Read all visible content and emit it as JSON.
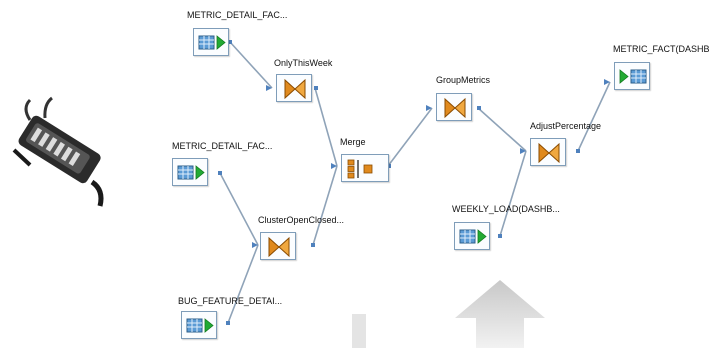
{
  "nodes": {
    "source1": {
      "label": "METRIC_DETAIL_FAC...",
      "icon": "table-source-icon"
    },
    "source2": {
      "label": "METRIC_DETAIL_FAC...",
      "icon": "table-source-icon"
    },
    "source3": {
      "label": "BUG_FEATURE_DETAI...",
      "icon": "table-source-icon"
    },
    "filter": {
      "label": "OnlyThisWeek",
      "icon": "hourglass-filter-icon"
    },
    "cluster": {
      "label": "ClusterOpenClosed...",
      "icon": "hourglass-filter-icon"
    },
    "merge": {
      "label": "Merge",
      "icon": "merge-icon"
    },
    "group": {
      "label": "GroupMetrics",
      "icon": "hourglass-filter-icon"
    },
    "adjust": {
      "label": "AdjustPercentage",
      "icon": "hourglass-filter-icon"
    },
    "weekly": {
      "label": "WEEKLY_LOAD(DASHB...",
      "icon": "table-source-icon"
    },
    "target": {
      "label": "METRIC_FACT(DASHB",
      "icon": "table-target-icon"
    }
  },
  "decor": {
    "plug": "plug-connector-icon",
    "arrow": "up-arrow-icon"
  },
  "colors": {
    "link": "#8fa3b8",
    "port": "#4f81bd",
    "node_border": "#7f9db9",
    "filter_fill": "#e08a1e",
    "table_fill": "#5b9bd5",
    "play": "#22aa33"
  }
}
